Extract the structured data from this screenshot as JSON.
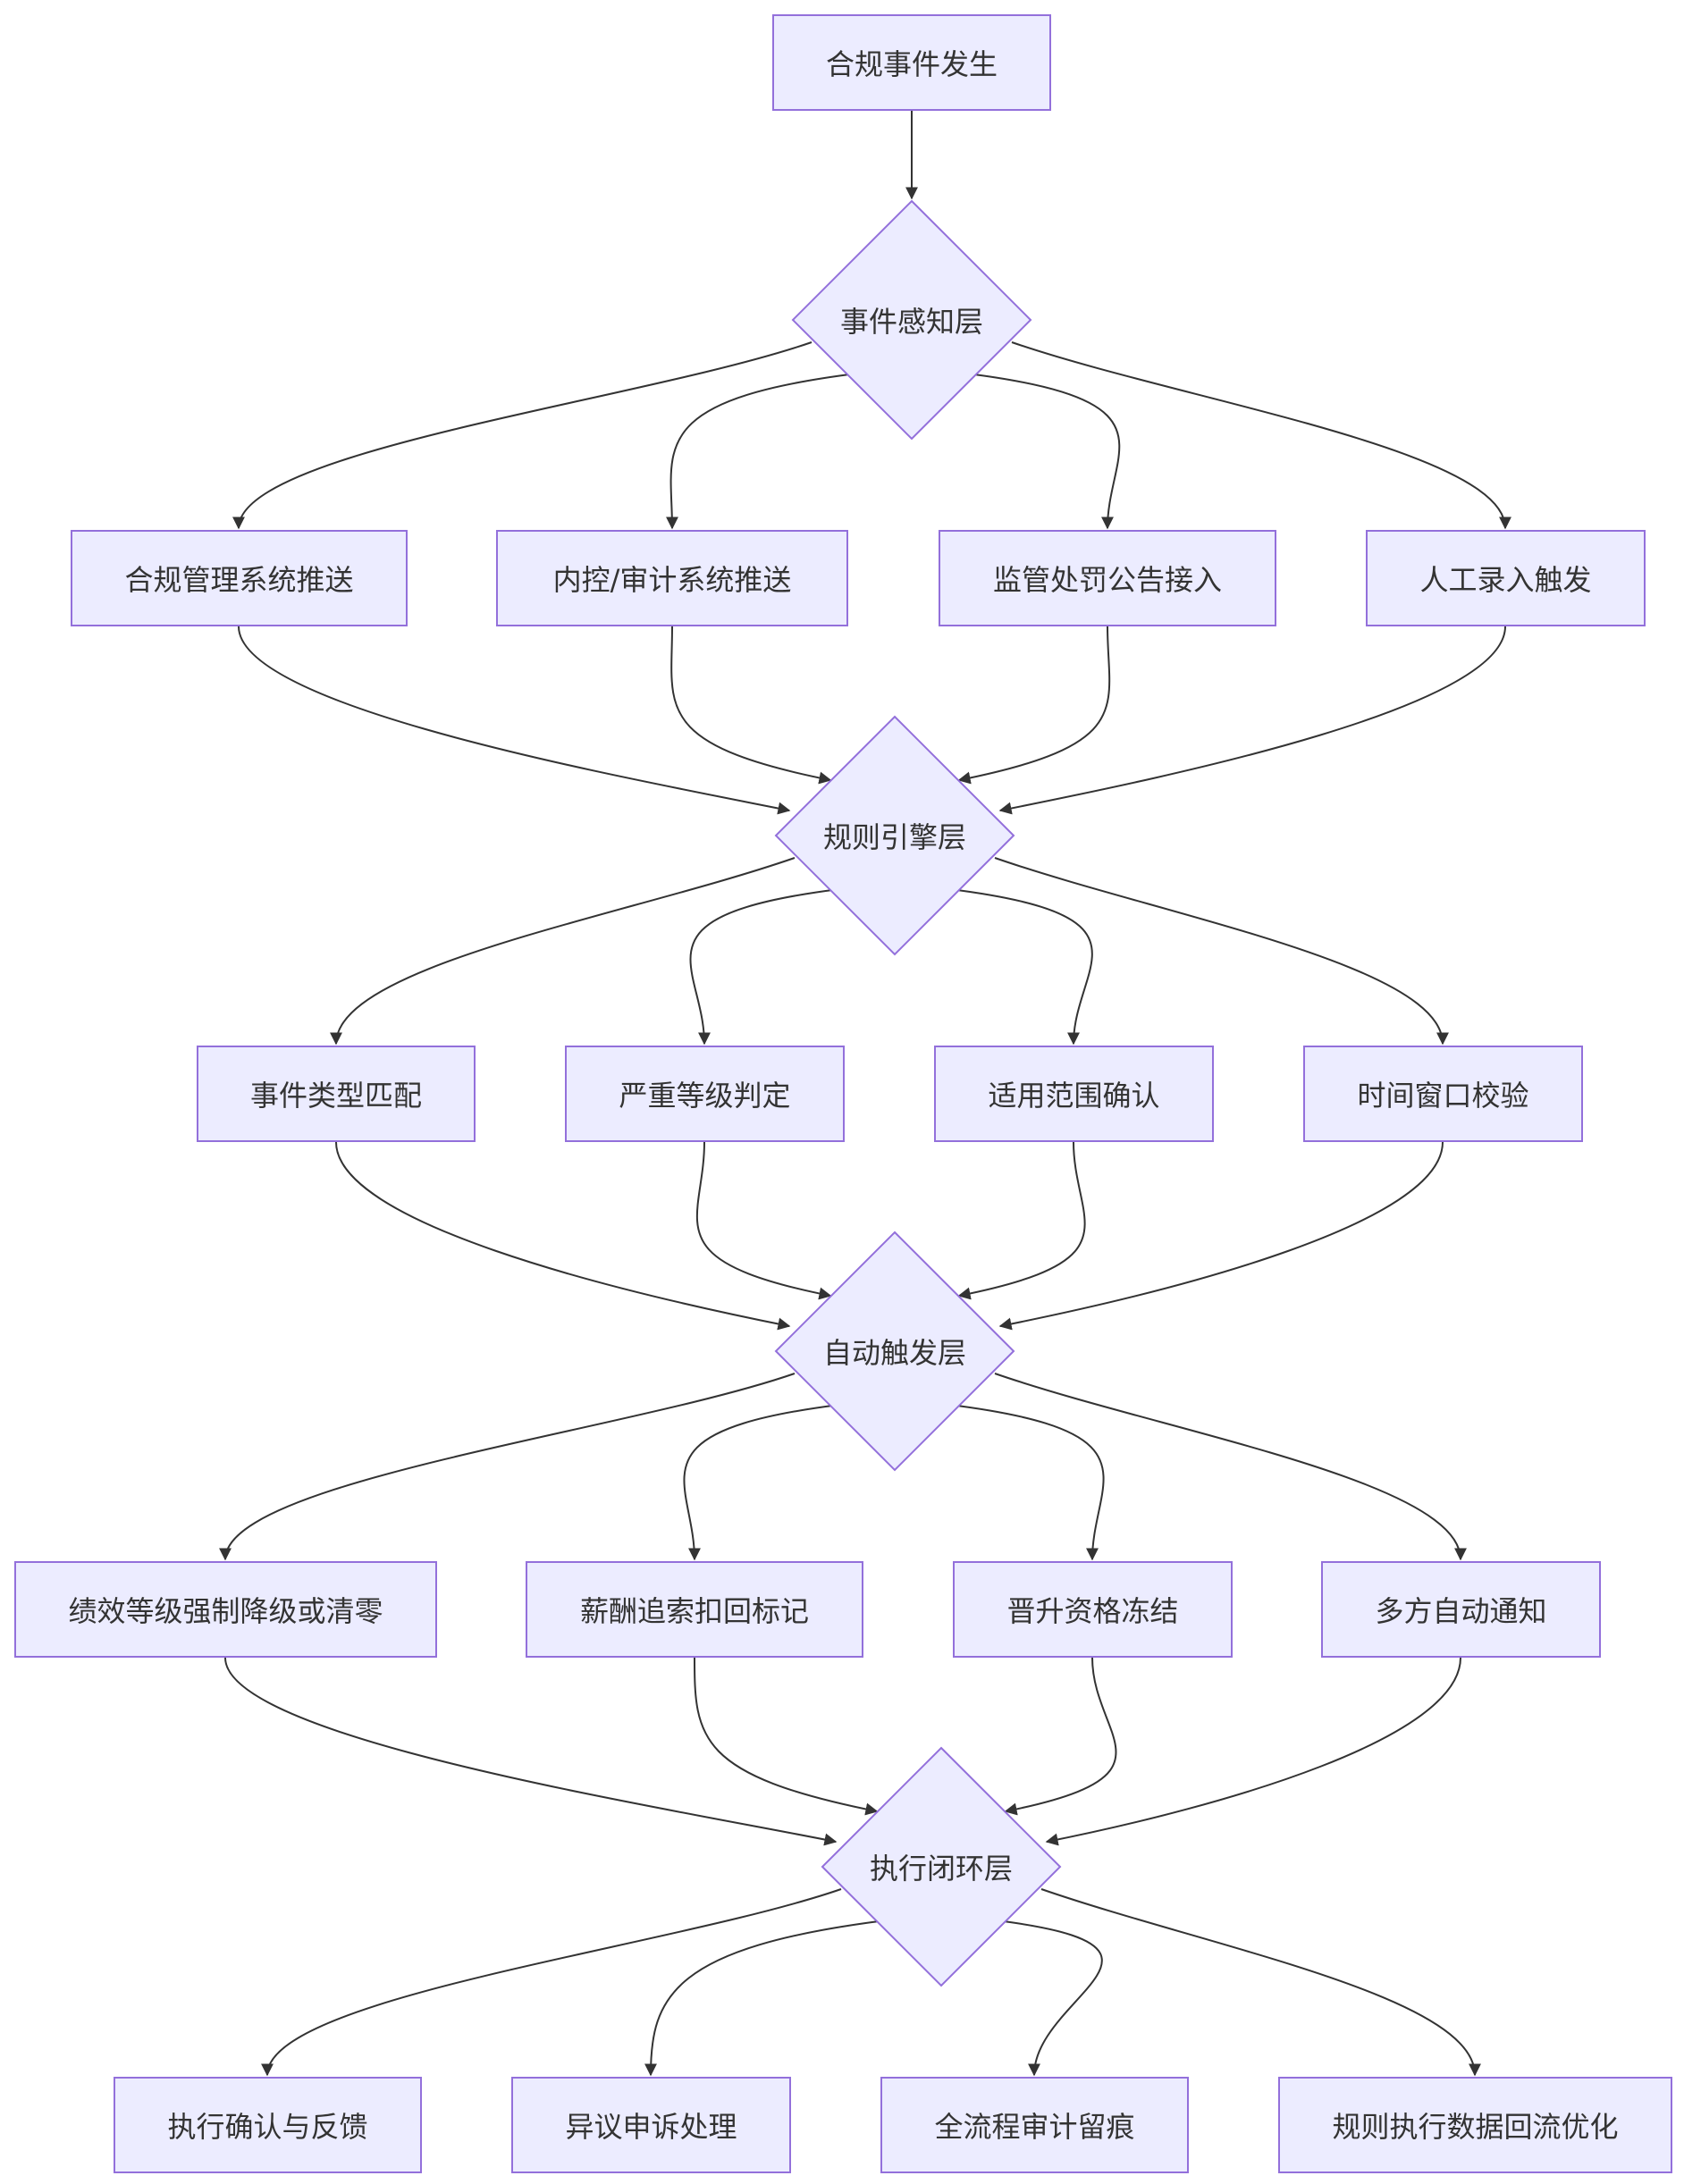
{
  "diagram": {
    "colors": {
      "node_fill": "#ECECFF",
      "node_stroke": "#9370DB",
      "edge": "#333333",
      "text": "#333333"
    },
    "start": {
      "label": "合规事件发生"
    },
    "layers": [
      {
        "label": "事件感知层",
        "children": [
          "合规管理系统推送",
          "内控/审计系统推送",
          "监管处罚公告接入",
          "人工录入触发"
        ]
      },
      {
        "label": "规则引擎层",
        "children": [
          "事件类型匹配",
          "严重等级判定",
          "适用范围确认",
          "时间窗口校验"
        ]
      },
      {
        "label": "自动触发层",
        "children": [
          "绩效等级强制降级或清零",
          "薪酬追索扣回标记",
          "晋升资格冻结",
          "多方自动通知"
        ]
      },
      {
        "label": "执行闭环层",
        "children": [
          "执行确认与反馈",
          "异议申诉处理",
          "全流程审计留痕",
          "规则执行数据回流优化"
        ]
      }
    ]
  }
}
